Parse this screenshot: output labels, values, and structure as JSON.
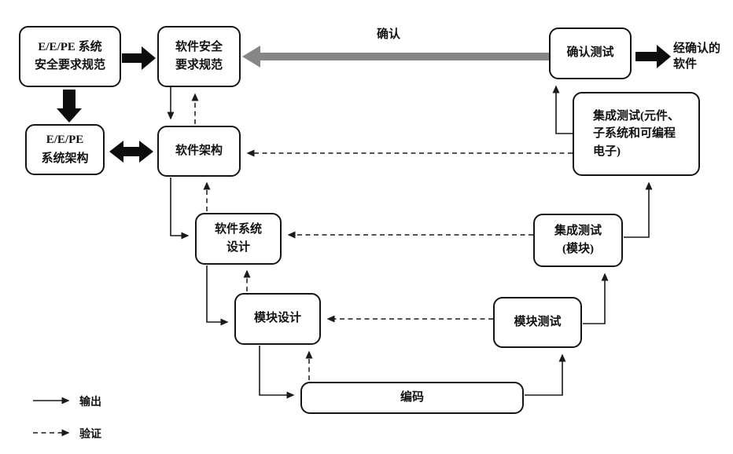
{
  "diagram": {
    "nodes": {
      "ee_pe_safety_req": {
        "label": "E/E/PE 系统\n安全要求规范"
      },
      "ee_pe_arch": {
        "label": "E/E/PE\n系统架构"
      },
      "sw_safety_req": {
        "label": "软件安全\n要求规范"
      },
      "sw_arch": {
        "label": "软件架构"
      },
      "sw_system_design": {
        "label": "软件系统\n设计"
      },
      "module_design": {
        "label": "模块设计"
      },
      "coding": {
        "label": "编码"
      },
      "module_test": {
        "label": "模块测试"
      },
      "integration_test_module": {
        "label": "集成测试\n(模块)"
      },
      "integration_test_pe": {
        "label": "集成测试(元件、\n子系统和可编程\n电子)"
      },
      "validation_test": {
        "label": "确认测试"
      },
      "validated_software": {
        "label": "经确认的\n软件"
      }
    },
    "labels": {
      "validation_arrow": "确认"
    },
    "legend": {
      "output": "输出",
      "verification": "验证"
    },
    "colors": {
      "line": "#1a1a1a",
      "thick_arrow": "#0d0d0d",
      "validation_arrow_gray": "#868686",
      "box_border": "#151515",
      "box_fill": "#ffffff",
      "background": "#ffffff"
    }
  }
}
